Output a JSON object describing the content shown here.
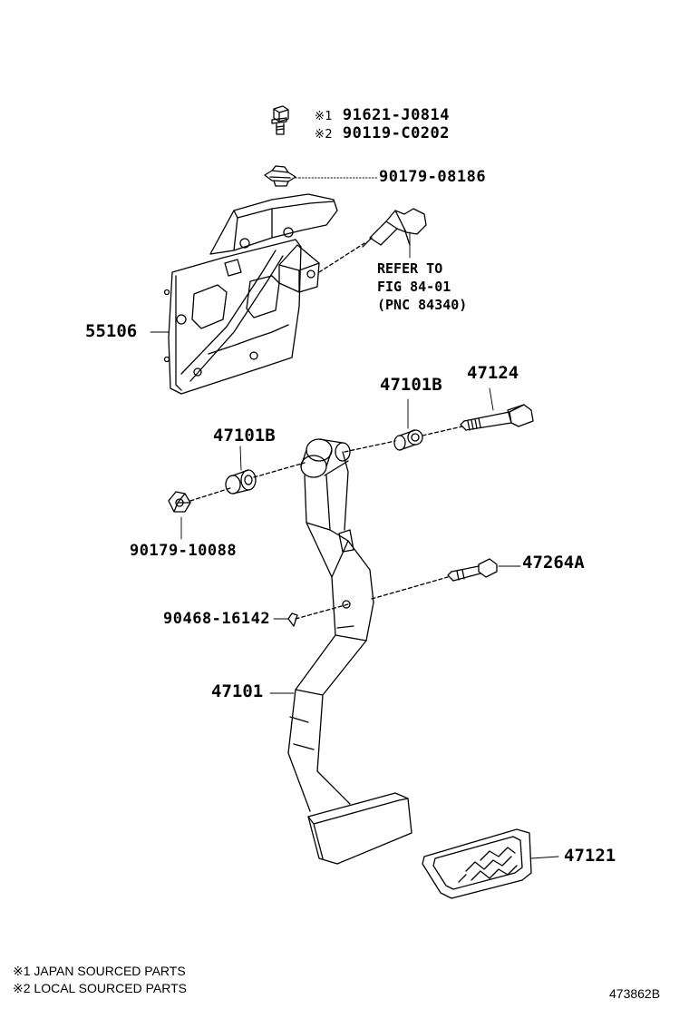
{
  "labels": {
    "bolt_japan": "91621-J0814",
    "bolt_local": "90119-C0202",
    "bolt_japan_mark": "※1",
    "bolt_local_mark": "※2",
    "clip": "90179-08186",
    "bracket": "55106",
    "bushing_right": "47101B",
    "bushing_left": "47101B",
    "pivot_bolt": "47124",
    "nut": "90179-10088",
    "stopper_bolt": "47264A",
    "pin": "90468-16142",
    "pedal_arm": "47101",
    "pedal_pad": "47121"
  },
  "refer": {
    "line1": "REFER TO",
    "line2": "FIG 84-01",
    "line3": "(PNC 84340)"
  },
  "footnotes": {
    "note1": "※1 JAPAN SOURCED PARTS",
    "note2": "※2 LOCAL SOURCED PARTS"
  },
  "figure_id": "473862B"
}
